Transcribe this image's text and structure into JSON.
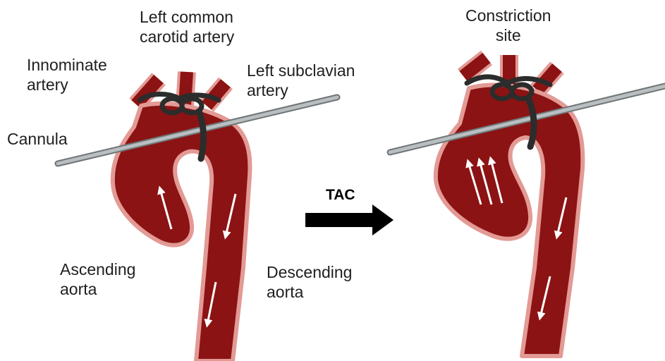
{
  "labels": {
    "left_common_carotid": [
      "Left common",
      "carotid artery"
    ],
    "innominate": [
      "Innominate",
      "artery"
    ],
    "left_subclavian": [
      "Left subclavian",
      "artery"
    ],
    "cannula": "Cannula",
    "ascending_aorta": [
      "Ascending",
      "aorta"
    ],
    "descending_aorta": [
      "Descending",
      "aorta"
    ],
    "constriction_site": [
      "Constriction",
      "site"
    ],
    "tac": "TAC"
  },
  "colors": {
    "vessel_wall": "#e39a95",
    "vessel_fill": "#8c1313",
    "cannula": "#9aa0a3",
    "suture": "#2c2c2c",
    "arrow": "#000000",
    "flow_arrow": "#ffffff"
  },
  "icons": [
    "knot-icon",
    "flow-arrow-icon",
    "right-arrow-icon"
  ]
}
